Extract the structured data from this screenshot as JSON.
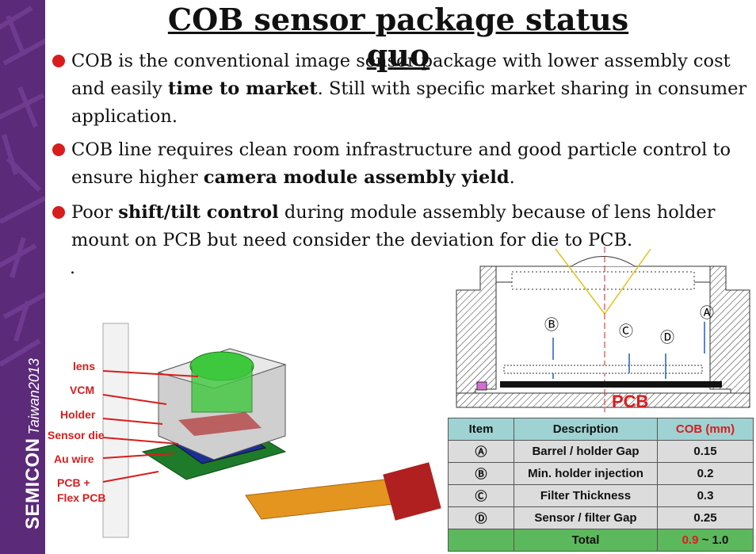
{
  "title": "COB sensor package status quo",
  "bullets": [
    {
      "pre": "COB is the conventional image sensor package with lower assembly cost and easily ",
      "bold": "time to market",
      "post": ". Still with specific market sharing in consumer application."
    },
    {
      "pre": "COB line requires clean room infrastructure and good particle control to ensure higher ",
      "bold": "camera module assembly yield",
      "post": "."
    },
    {
      "pre": " Poor ",
      "bold": "shift/tilt control",
      "post": " during module assembly because of lens holder mount on PCB but need consider the deviation for die to PCB."
    }
  ],
  "trailing_dot": ".",
  "sidebar": {
    "brand": "SEMICON",
    "sub": "Taiwan2013",
    "color": "#5b2a78"
  },
  "illustration": {
    "labels": [
      "lens",
      "VCM",
      "Holder",
      "Sensor die",
      "Au wire",
      "PCB +",
      "Flex PCB"
    ]
  },
  "diagram": {
    "pcb_label": "PCB",
    "callouts": [
      "Ⓐ",
      "Ⓑ",
      "Ⓒ",
      "Ⓓ"
    ]
  },
  "table": {
    "headers": [
      "Item",
      "Description",
      "COB (mm)"
    ],
    "rows": [
      {
        "item": "Ⓐ",
        "desc": "Barrel / holder Gap",
        "value": "0.15"
      },
      {
        "item": "Ⓑ",
        "desc": "Min. holder injection",
        "value": "0.2"
      },
      {
        "item": "Ⓒ",
        "desc": "Filter Thickness",
        "value": "0.3"
      },
      {
        "item": "Ⓓ",
        "desc": "Sensor / filter Gap",
        "value": "0.25"
      }
    ],
    "total": {
      "label": "Total",
      "lo": "0.9",
      "sep": " ~ ",
      "hi": "1.0"
    }
  },
  "colors": {
    "accent": "#d81d1d",
    "header_bg": "#9fd3d3",
    "total_bg": "#5cb85c",
    "lens_green": "#3ec83e"
  }
}
